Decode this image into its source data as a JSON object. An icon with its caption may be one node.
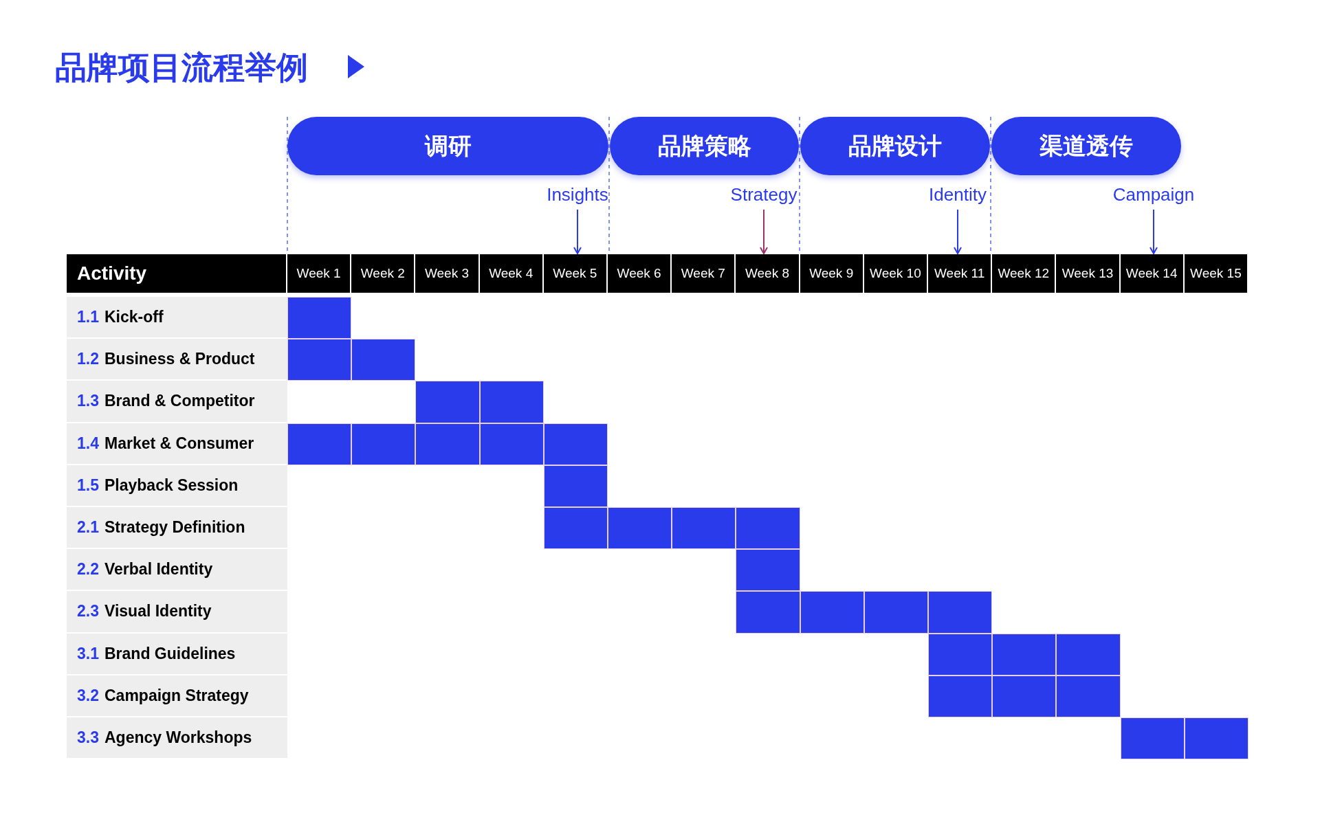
{
  "diagram": {
    "title": "品牌项目流程举例",
    "nodes": [
      {
        "text": [
          "调研"
        ]
      },
      {
        "text": [
          "品牌策略"
        ]
      },
      {
        "text": [
          "品牌设计"
        ]
      },
      {
        "text": [
          "渠道透传"
        ]
      },
      {
        "text": [
          "Insights"
        ]
      },
      {
        "text": [
          "Strategy"
        ]
      },
      {
        "text": [
          "Identity"
        ]
      },
      {
        "text": [
          "Campaign"
        ]
      },
      {
        "text": [
          "Week 1"
        ]
      },
      {
        "text": [
          "Week 2"
        ]
      },
      {
        "text": [
          "Week 3"
        ]
      },
      {
        "text": [
          "Week 4"
        ]
      },
      {
        "text": [
          "Week 5"
        ]
      },
      {
        "text": [
          "Week 6"
        ]
      },
      {
        "text": [
          "Week 7"
        ]
      },
      {
        "text": [
          "Week 8"
        ]
      },
      {
        "text": [
          "Week 9"
        ]
      },
      {
        "text": [
          "Week 10"
        ]
      },
      {
        "text": [
          "Week 11"
        ]
      },
      {
        "text": [
          "Week 12"
        ]
      },
      {
        "text": [
          "Week 13"
        ]
      },
      {
        "text": [
          "Week 14"
        ]
      },
      {
        "text": [
          "Week 15"
        ]
      },
      {
        "text": [],
        "shape": "bar"
      },
      {
        "text": [],
        "shape": "bar"
      },
      {
        "text": [],
        "shape": "bar"
      },
      {
        "text": [],
        "shape": "bar"
      },
      {
        "text": [],
        "shape": "bar"
      },
      {
        "text": [],
        "shape": "bar"
      },
      {
        "text": [],
        "shape": "bar"
      },
      {
        "text": [],
        "shape": "bar"
      },
      {
        "text": [],
        "shape": "bar"
      },
      {
        "text": [],
        "shape": "bar"
      },
      {
        "text": [],
        "shape": "bar"
      },
      {
        "text": [],
        "shape": "bar"
      },
      {
        "text": [],
        "shape": "bar"
      },
      {
        "text": [],
        "shape": "bar"
      },
      {
        "text": [],
        "shape": "bar"
      },
      {
        "text": [],
        "shape": "bar"
      },
      {
        "text": [],
        "shape": "bar"
      },
      {
        "text": [],
        "shape": "bar"
      },
      {
        "text": [],
        "shape": "bar"
      },
      {
        "text": [],
        "shape": "bar"
      },
      {
        "text": [],
        "shape": "bar"
      },
      {
        "text": [],
        "shape": "bar"
      },
      {
        "text": [],
        "shape": "bar"
      },
      {
        "text": [],
        "shape": "bar"
      },
      {
        "text": [],
        "shape": "bar"
      },
      {
        "text": [],
        "shape": "bar"
      },
      {
        "text": [],
        "shape": "bar"
      },
      {
        "text": [],
        "shape": "bar"
      }
    ],
    "edges": [
      {
        "from": 4,
        "to": 12,
        "arrow": "to"
      },
      {
        "from": 5,
        "to": 15,
        "arrow": "to",
        "color": "#a0306a"
      },
      {
        "from": 6,
        "to": 18,
        "arrow": "to"
      },
      {
        "from": 7,
        "to": 21,
        "arrow": "to"
      }
    ],
    "labels": [
      "Activity",
      "1.1",
      "Kick-off",
      "1.2",
      "Business & Product",
      "1.3",
      "Brand & Competitor",
      "1.4",
      "Market & Consumer",
      "1.5",
      "Playback Session",
      "2.1",
      "Strategy Definition",
      "2.2",
      "Verbal Identity",
      "2.3",
      "Visual Identity",
      "3.1",
      "Brand Guidelines",
      "3.2",
      "Campaign Strategy",
      "3.3",
      "Agency Workshops"
    ]
  }
}
